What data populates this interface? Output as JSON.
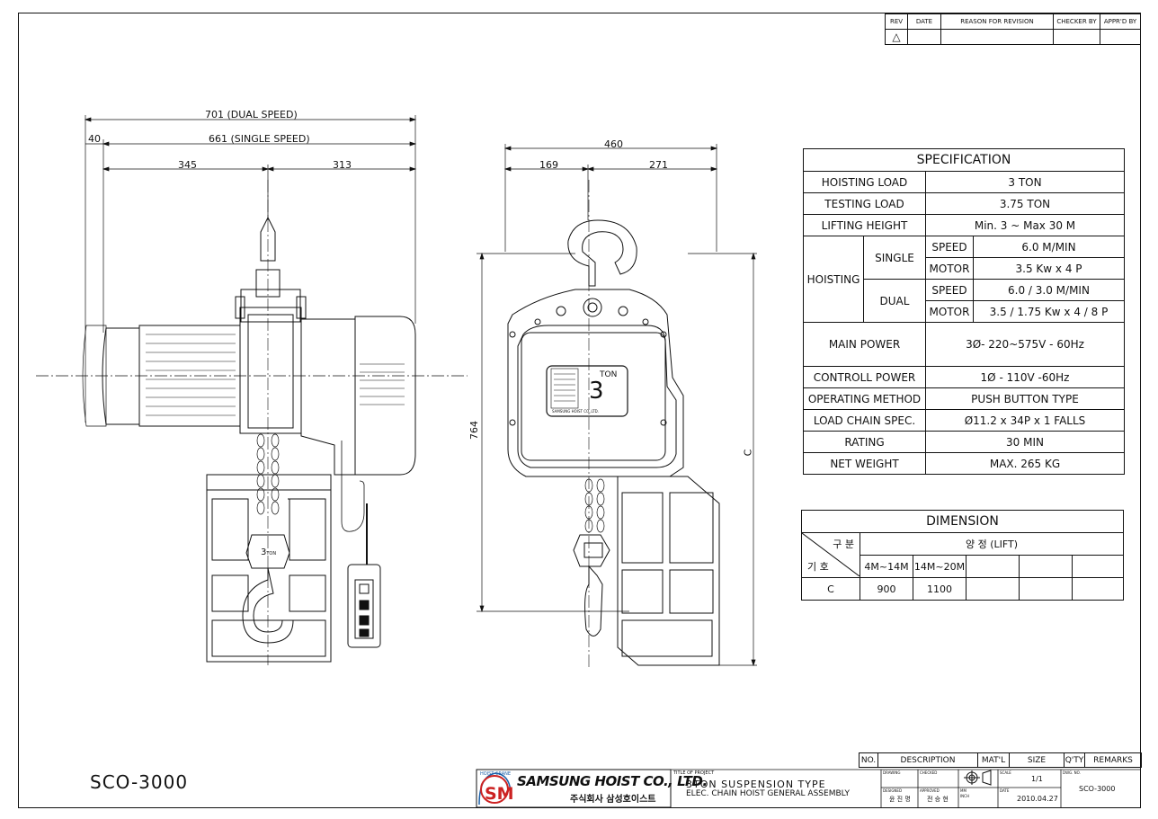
{
  "revision": {
    "headers": [
      "REV",
      "DATE",
      "REASON FOR REVISION",
      "CHECKER BY",
      "APPR'D BY"
    ],
    "rev_symbol": "△"
  },
  "dims_side": {
    "dual": "701 (DUAL SPEED)",
    "single": "661 (SINGLE SPEED)",
    "offset": "40",
    "left": "345",
    "right": "313"
  },
  "dims_front": {
    "total": "460",
    "left": "169",
    "right": "271",
    "height": "764",
    "c": "C"
  },
  "hook_label": {
    "num": "3",
    "unit": "TON"
  },
  "nameplate": {
    "ton": "TON",
    "num": "3",
    "maker": "SAMSUNG HOIST CO.,LTD."
  },
  "specification": {
    "title": "SPECIFICATION",
    "hoisting_load_label": "HOISTING LOAD",
    "hoisting_load": "3 TON",
    "testing_load_label": "TESTING LOAD",
    "testing_load": "3.75  TON",
    "lifting_height_label": "LIFTING HEIGHT",
    "lifting_height": "Min. 3 ~ Max 30 M",
    "hoisting_label": "HOISTING",
    "single_label": "SINGLE",
    "dual_label": "DUAL",
    "speed_label": "SPEED",
    "motor_label": "MOTOR",
    "single_speed": "6.0 M/MIN",
    "single_motor": "3.5 Kw x 4 P",
    "dual_speed": "6.0 / 3.0 M/MIN",
    "dual_motor": "3.5 / 1.75 Kw x 4 / 8 P",
    "main_power_label": "MAIN POWER",
    "main_power": "3Ø- 220~575V - 60Hz",
    "control_power_label": "CONTROLL POWER",
    "control_power": "1Ø - 110V -60Hz",
    "operating_method_label": "OPERATING METHOD",
    "operating_method": "PUSH BUTTON TYPE",
    "load_chain_label": "LOAD CHAIN SPEC.",
    "load_chain": "Ø11.2 x 34P x 1 FALLS",
    "rating_label": "RATING",
    "rating": "30 MIN",
    "net_weight_label": "NET WEIGHT",
    "net_weight": "MAX. 265 KG"
  },
  "dimension": {
    "title": "DIMENSION",
    "gubun": "구 분",
    "giho": "기 호",
    "lift": "양 정 (LIFT)",
    "col1": "4M~14M",
    "col2": "14M~20M",
    "row_label": "C",
    "val1": "900",
    "val2": "1100"
  },
  "title_block": {
    "headers": [
      "NO.",
      "DESCRIPTION",
      "MAT'L",
      "SIZE",
      "Q'TY",
      "REMARKS"
    ],
    "company_en": "SAMSUNG HOIST CO., LTD.",
    "company_kr": "주식회사 삼성호이스트",
    "logo_letters": "SM",
    "logo_arc": "HOIST CRANE",
    "title_of_project_label": "TITLE OF PROJECT",
    "project_line1": "3TON SUSPENSION TYPE",
    "project_line2": "ELEC. CHAIN HOIST GENERAL ASSEMBLY",
    "drawing_label": "DRAWING",
    "checked_label": "CHECKED",
    "scale_label": "SCALE",
    "scale": "1/1",
    "dwg_no_label": "DWG. NO.",
    "dwg_no": "SCO-3000",
    "designed_label": "DESIGNED",
    "designed": "윤 진 명",
    "approved_label": "APPROVED",
    "approved": "전 승 현",
    "mm_label": "MM",
    "inch_label": "INCH",
    "date_label": "DATE",
    "date": "2010.04.27"
  },
  "drawing_number": "SCO-3000"
}
